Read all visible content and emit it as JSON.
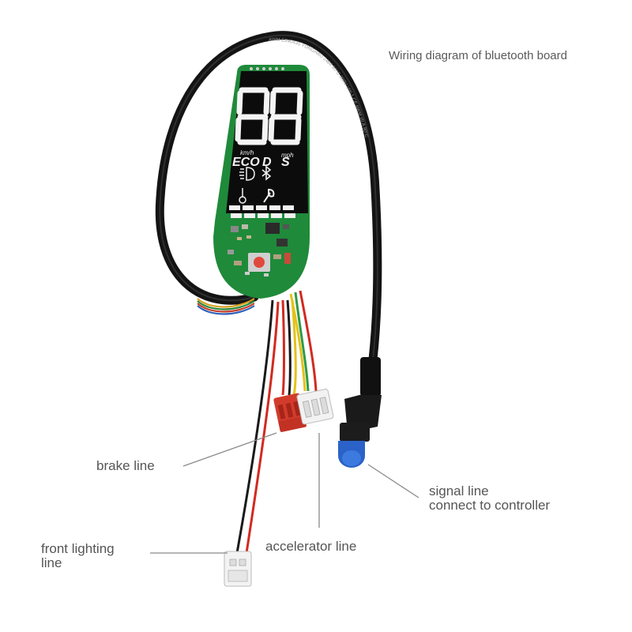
{
  "title": "Wiring diagram of bluetooth board",
  "labels": {
    "brake_line": "brake line",
    "signal_line_1": "signal line",
    "signal_line_2": "connect to controller",
    "accelerator_line": "accelerator line",
    "front_lighting_1": "front lighting",
    "front_lighting_2": "line"
  },
  "display": {
    "digits": "88",
    "unit_left": "km/h",
    "unit_right": "mph",
    "mode_eco": "ECO",
    "mode_d": "D",
    "mode_s": "S",
    "cable_print": "AWM E240435 YONGHAO 2464 80°C 300V VW-1 CE AWM I/II A 80°C"
  },
  "colors": {
    "pcb": "#1f8a3a",
    "display_bg": "#111111",
    "cable": "#151515",
    "connector_blue": "#2a62c8",
    "connector_red": "#d23b2c",
    "wire_red": "#d22a20",
    "wire_yellow": "#e3c21a",
    "wire_green": "#2e9a45",
    "wire_black": "#1a1a1a",
    "leader_line": "#8a8a8a"
  },
  "icons": [
    "headlight-icon",
    "bluetooth-icon",
    "thermometer-icon",
    "wrench-icon",
    "power-button-icon"
  ]
}
